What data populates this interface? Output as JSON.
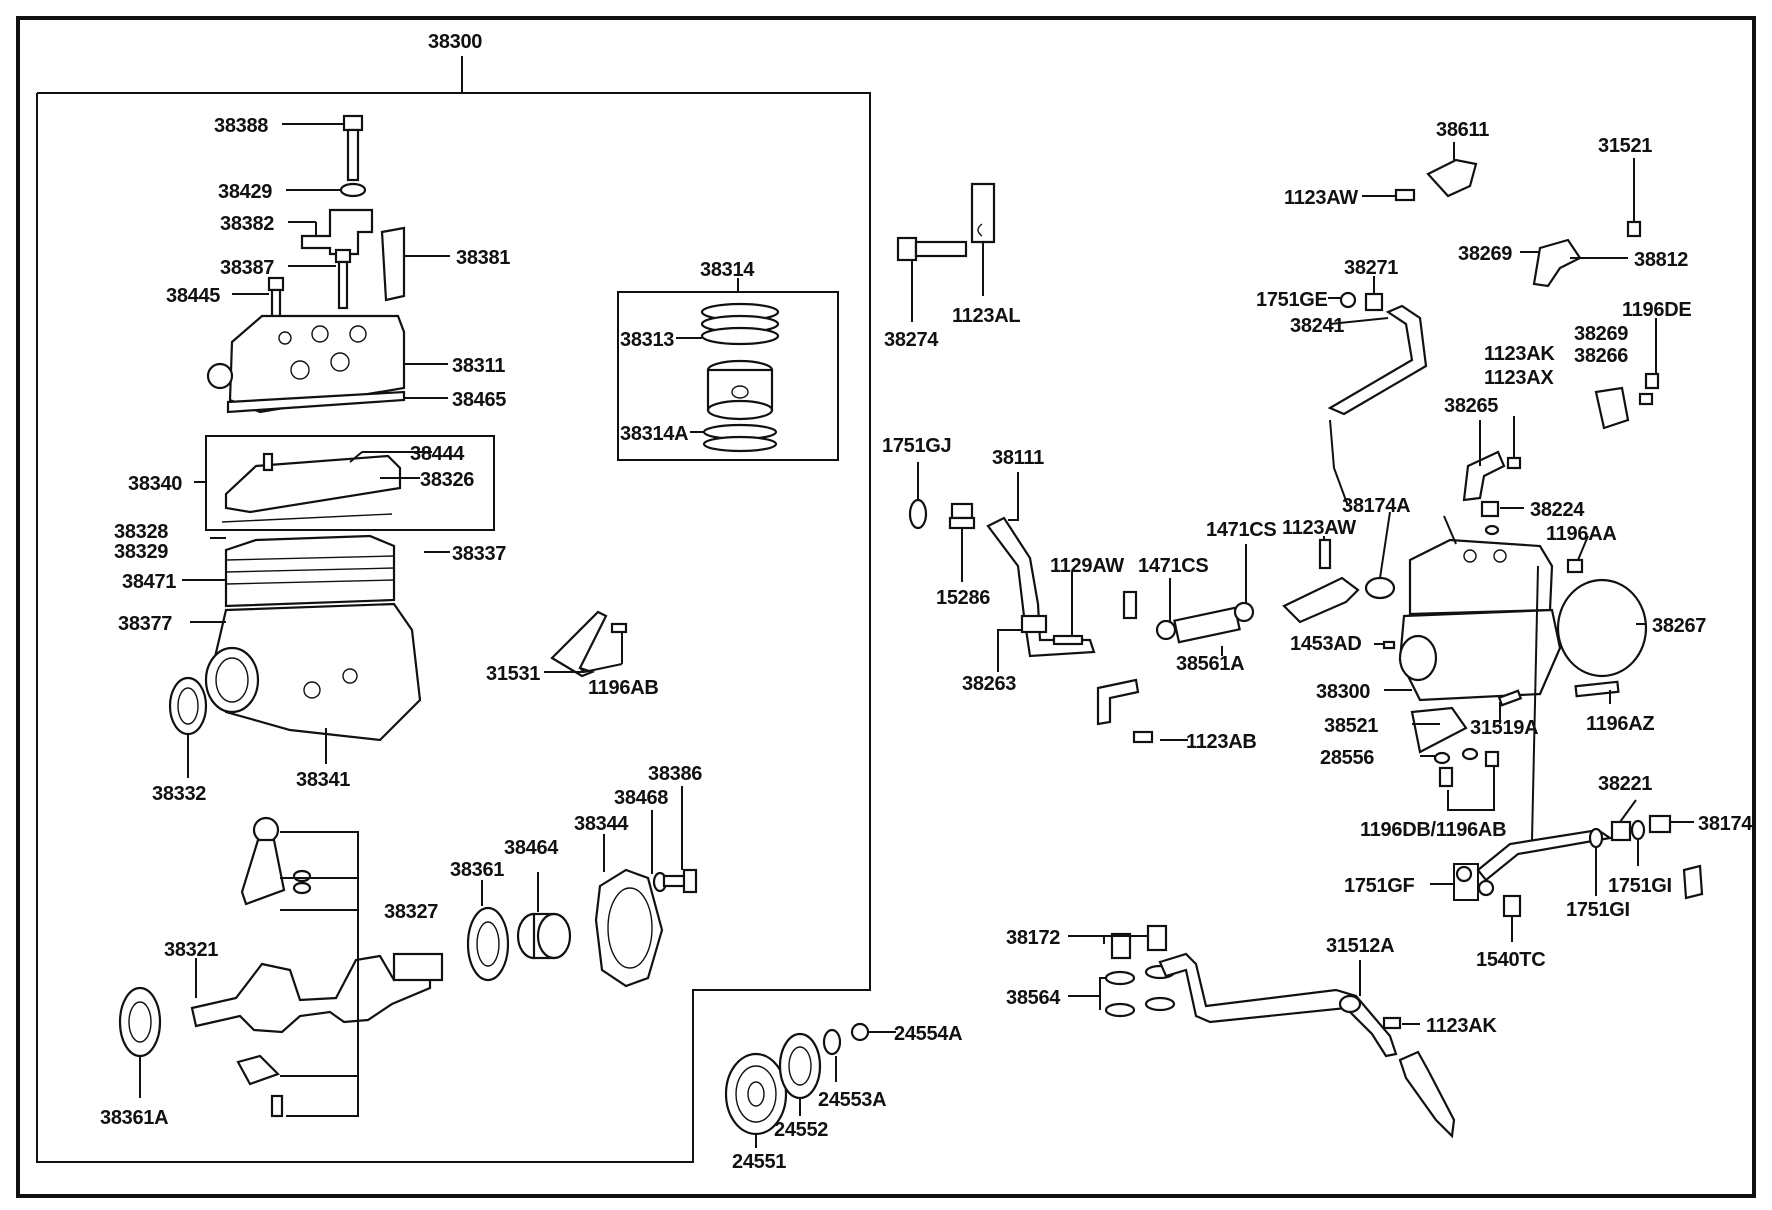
{
  "labels": {
    "l38300top": "38300",
    "l38388": "38388",
    "l38429": "38429",
    "l38382": "38382",
    "l38387": "38387",
    "l38381": "38381",
    "l38445": "38445",
    "l38311": "38311",
    "l38465": "38465",
    "l38444": "38444",
    "l38340": "38340",
    "l38326": "38326",
    "l38328": "38328",
    "l38329": "38329",
    "l38337": "38337",
    "l38471": "38471",
    "l38377": "38377",
    "l38332": "38332",
    "l38341": "38341",
    "l38314": "38314",
    "l38313": "38313",
    "l38314A": "38314A",
    "l31531": "31531",
    "l1196AB": "1196AB",
    "l38386": "38386",
    "l38468": "38468",
    "l38344": "38344",
    "l38464": "38464",
    "l38361": "38361",
    "l38327": "38327",
    "l38321": "38321",
    "l38361A": "38361A",
    "l24554A": "24554A",
    "l24553A": "24553A",
    "l24552": "24552",
    "l24551": "24551",
    "l38274": "38274",
    "l1123AL": "1123AL",
    "l1751GJ": "1751GJ",
    "l15286": "15286",
    "l38111": "38111",
    "l1129AW": "1129AW",
    "l38263": "38263",
    "l1123AB": "1123AB",
    "l1471CSa": "1471CS",
    "l1471CSb": "1471CS",
    "l38561A": "38561A",
    "l1123AWmid": "1123AW",
    "l1453AD": "1453AD",
    "l38300mid": "38300",
    "l38174A": "38174A",
    "l38611": "38611",
    "l1123AWtop": "1123AW",
    "l31521": "31521",
    "l38269a": "38269",
    "l38812": "38812",
    "l38271": "38271",
    "l1751GE": "1751GE",
    "l38241": "38241",
    "l1196DE": "1196DE",
    "l38269b": "38269",
    "l38266": "38266",
    "l1123AK": "1123AK",
    "l1123AX": "1123AX",
    "l38265": "38265",
    "l38224": "38224",
    "l1196AA": "1196AA",
    "l38267": "38267",
    "l1196AZ": "1196AZ",
    "l38521": "38521",
    "l31519A": "31519A",
    "l28556": "28556",
    "l1196DB1196AB": "1196DB/1196AB",
    "l38221": "38221",
    "l38174": "38174",
    "l1751GF": "1751GF",
    "l1751GIa": "1751GI",
    "l1751GIb": "1751GI",
    "l1540TC": "1540TC",
    "l38172": "38172",
    "l38564": "38564",
    "l31512A": "31512A",
    "l1123AKbot": "1123AK"
  }
}
